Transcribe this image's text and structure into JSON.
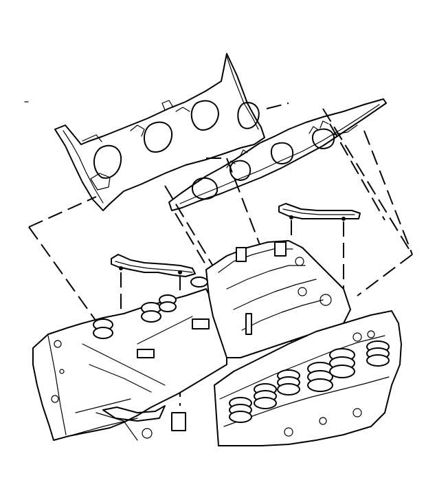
{
  "figure": {
    "type": "exploded-view line drawing",
    "parts": [
      "upper-intake-manifold-gasket-left",
      "upper-intake-manifold-gasket-right",
      "lower-intake-manifold-gasket-left",
      "lower-intake-manifold-gasket-right",
      "engine-block-assembly"
    ],
    "stroke_color": "#000000",
    "background_color": "#ffffff"
  }
}
